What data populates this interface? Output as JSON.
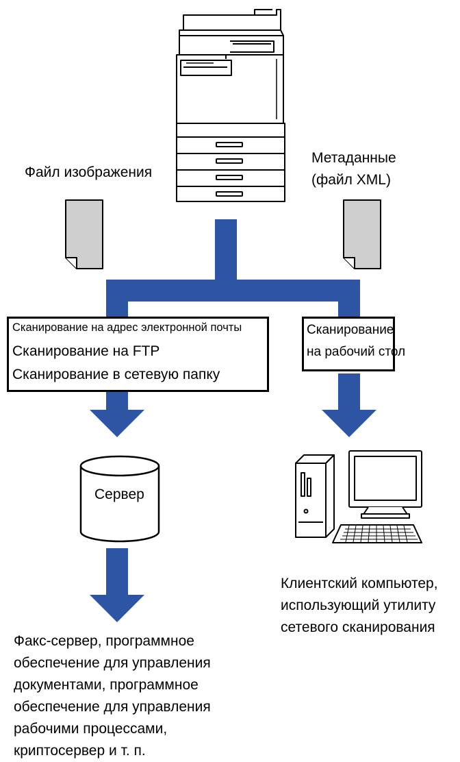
{
  "labels": {
    "image_file": "Файл изображения",
    "metadata": [
      "Метаданные",
      "(файл XML)"
    ],
    "server": "Сервер",
    "client_pc": [
      "Клиентский компьютер,",
      "использующий утилиту",
      "сетевого сканирования"
    ],
    "destinations": [
      "Факс-сервер, программное",
      "обеспечение для управления",
      "документами, программное",
      "обеспечение для управления",
      "рабочими процессами,",
      "криптосервер и т. п."
    ]
  },
  "left_box": {
    "lines": [
      "Сканирование на адрес электронной почты",
      "Сканирование на FTP",
      "Сканирование в сетевую папку"
    ]
  },
  "right_box": {
    "lines": [
      "Сканирование",
      "на рабочий стол"
    ]
  },
  "colors": {
    "arrow_blue": "#2e55a4",
    "document_gray": "#cfcfcf",
    "outline": "#000000"
  },
  "icons": [
    "mfp-printer-icon",
    "document-icon",
    "server-cylinder-icon",
    "client-computer-icon"
  ]
}
